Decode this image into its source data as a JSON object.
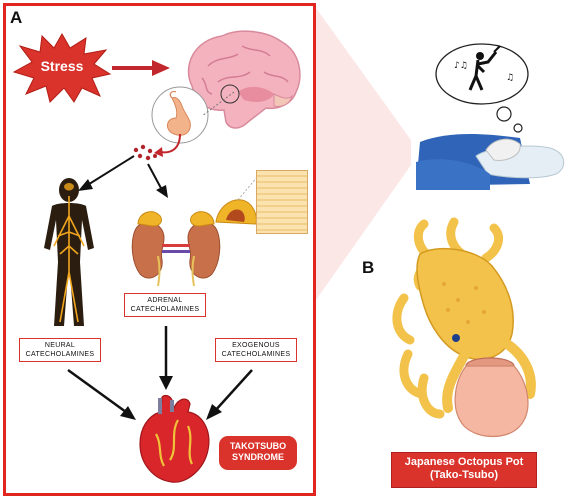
{
  "panels": {
    "a_letter": "A",
    "b_letter": "B"
  },
  "labels": {
    "stress": "Stress",
    "adrenal_line1": "ADRENAL",
    "adrenal_line2": "CATECHOLAMINES",
    "neural_line1": "NEURAL",
    "neural_line2": "CATECHOLAMINES",
    "exogenous_line1": "EXOGENOUS",
    "exogenous_line2": "CATECHOLAMINES",
    "takotsubo_line1": "TAKOTSUBO",
    "takotsubo_line2": "SYNDROME",
    "pot_line1": "Japanese Octopus Pot",
    "pot_line2": "(Tako-Tsubo)"
  },
  "colors": {
    "accent_red": "#d9332b",
    "border_red": "#e0261f",
    "brain_pink": "#f2a7b8",
    "kidney_brown": "#c8704a",
    "adrenal_yellow": "#f0b429",
    "octopus_yellow": "#f2c24a",
    "pot_peach": "#f5b7a1",
    "pillow_blue": "#2f64b8"
  }
}
